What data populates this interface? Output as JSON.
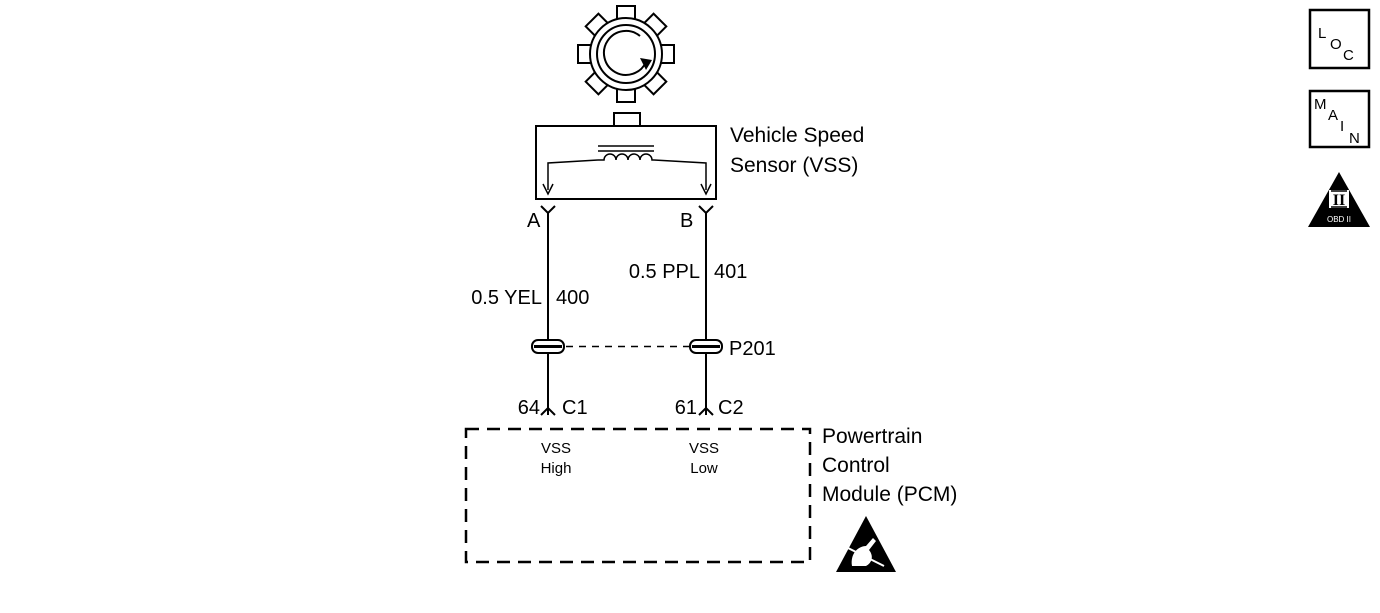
{
  "sensor": {
    "name_line1": "Vehicle Speed",
    "name_line2": "Sensor (VSS)",
    "terminal_a": "A",
    "terminal_b": "B"
  },
  "wires": [
    {
      "size_color": "0.5 YEL",
      "circuit": "400"
    },
    {
      "size_color": "0.5 PPL",
      "circuit": "401"
    }
  ],
  "connector": {
    "label": "P201"
  },
  "pcm_pins": [
    {
      "pin": "64",
      "connector": "C1",
      "signal_line1": "VSS",
      "signal_line2": "High"
    },
    {
      "pin": "61",
      "connector": "C2",
      "signal_line1": "VSS",
      "signal_line2": "Low"
    }
  ],
  "pcm": {
    "name_line1": "Powertrain",
    "name_line2": "Control",
    "name_line3": "Module (PCM)"
  },
  "icons": {
    "loc": {
      "l1": "L",
      "l2": "O",
      "l3": "C"
    },
    "main": {
      "l1": "M",
      "l2": "A",
      "l3": "I",
      "l4": "N"
    },
    "obd": {
      "numeral": "II",
      "caption": "OBD II"
    }
  }
}
